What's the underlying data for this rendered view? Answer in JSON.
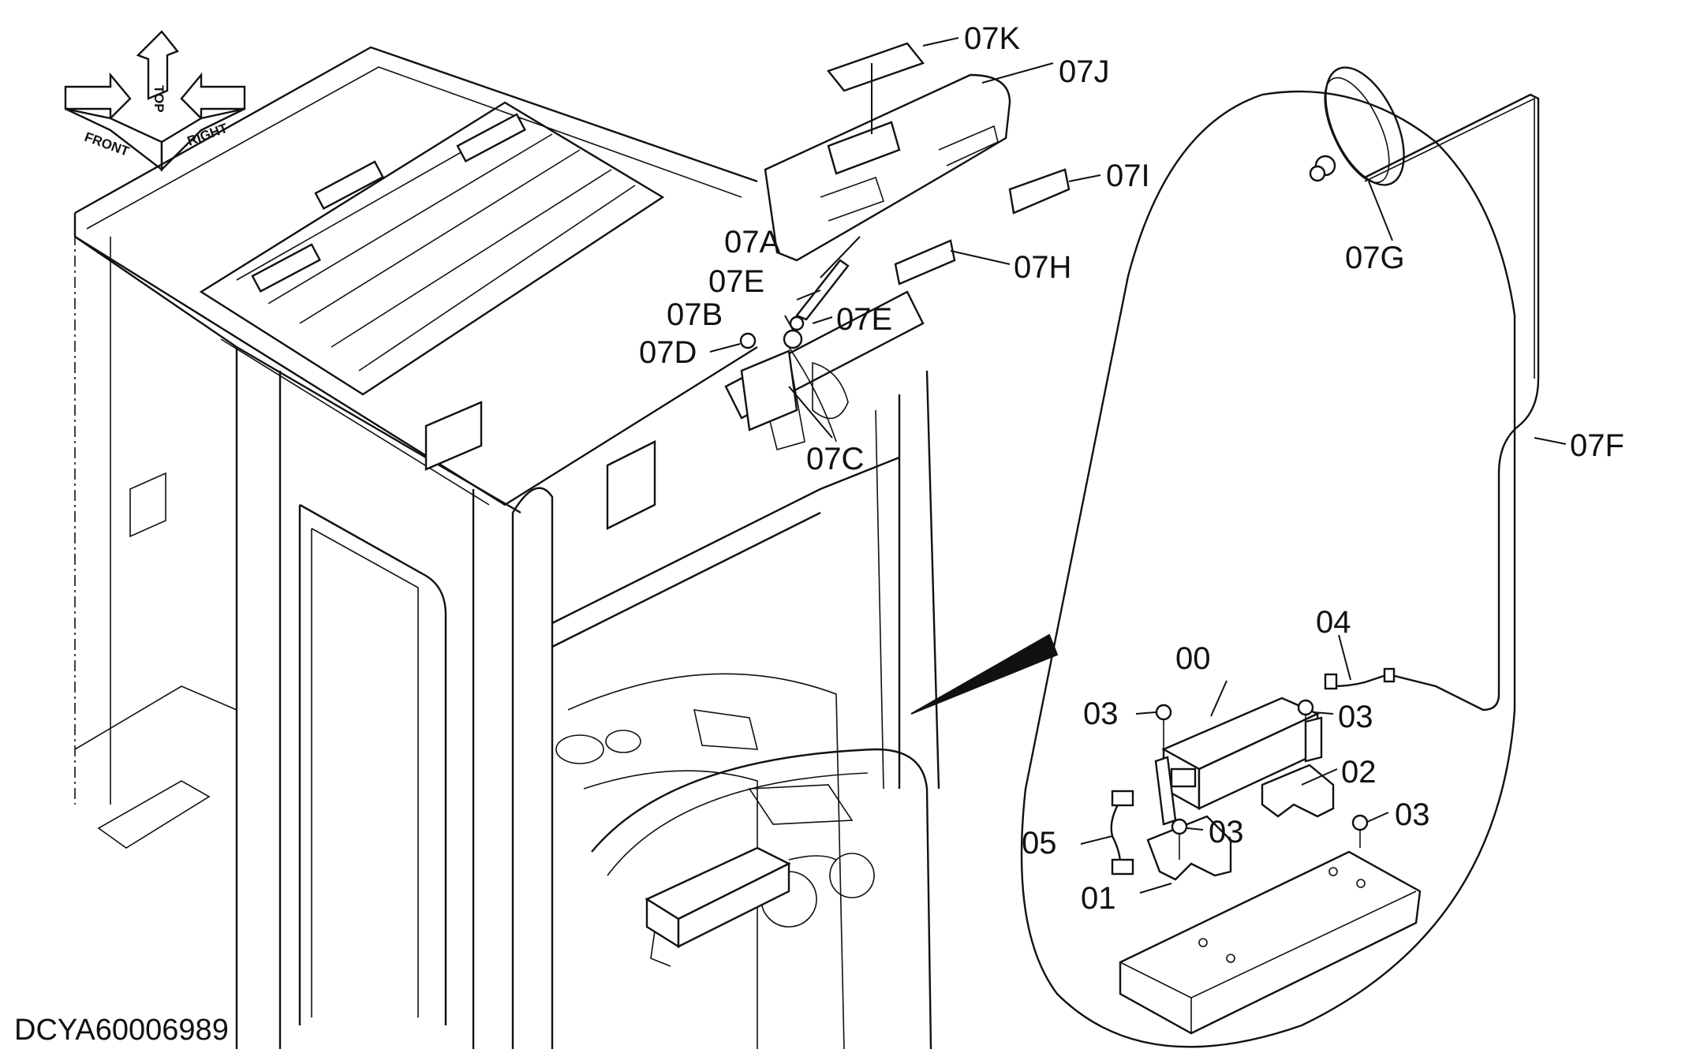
{
  "document_id": "DCYA60006989",
  "orientation": {
    "front": "FRONT",
    "top": "TOP",
    "right": "RIGHT"
  },
  "callouts": {
    "c07K": "07K",
    "c07J": "07J",
    "c07I": "07I",
    "c07H": "07H",
    "c07A": "07A",
    "c07E_left": "07E",
    "c07E_right": "07E",
    "c07B": "07B",
    "c07D": "07D",
    "c07C": "07C",
    "c07G": "07G",
    "c07F": "07F",
    "c04": "04",
    "c00": "00",
    "c03_a": "03",
    "c03_b": "03",
    "c03_c": "03",
    "c03_d": "03",
    "c02": "02",
    "c05": "05",
    "c01": "01"
  }
}
